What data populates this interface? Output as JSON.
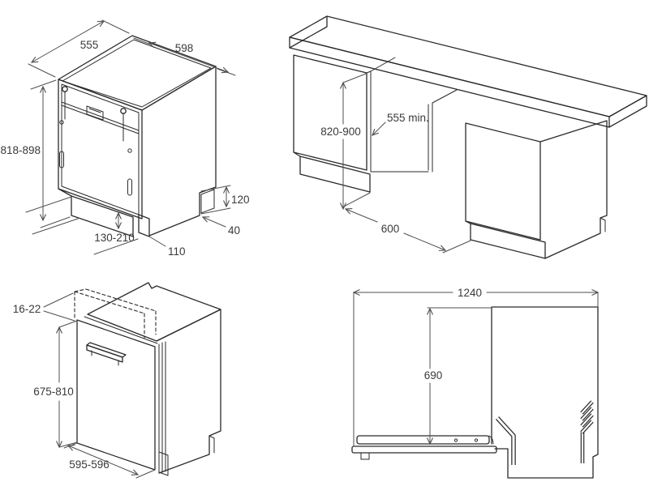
{
  "colors": {
    "background": "#ffffff",
    "line": "#2b2a29",
    "dimension_line": "#4f4f4f",
    "label_text": "#3a3a3a"
  },
  "diagrams": {
    "appliance": {
      "depth_top": "555",
      "width_top": "598",
      "height": "818-898",
      "rear_recess_height": "120",
      "rear_recess_depth": "40",
      "plinth_height": "130-210",
      "plinth_depth": "110"
    },
    "niche": {
      "height": "820-900",
      "depth": "555 min.",
      "width": "600"
    },
    "furniture_panel": {
      "thickness": "16-22",
      "height": "675-810",
      "width": "595-596"
    },
    "open_door": {
      "total_depth": "1240",
      "clearance_height": "690"
    }
  }
}
